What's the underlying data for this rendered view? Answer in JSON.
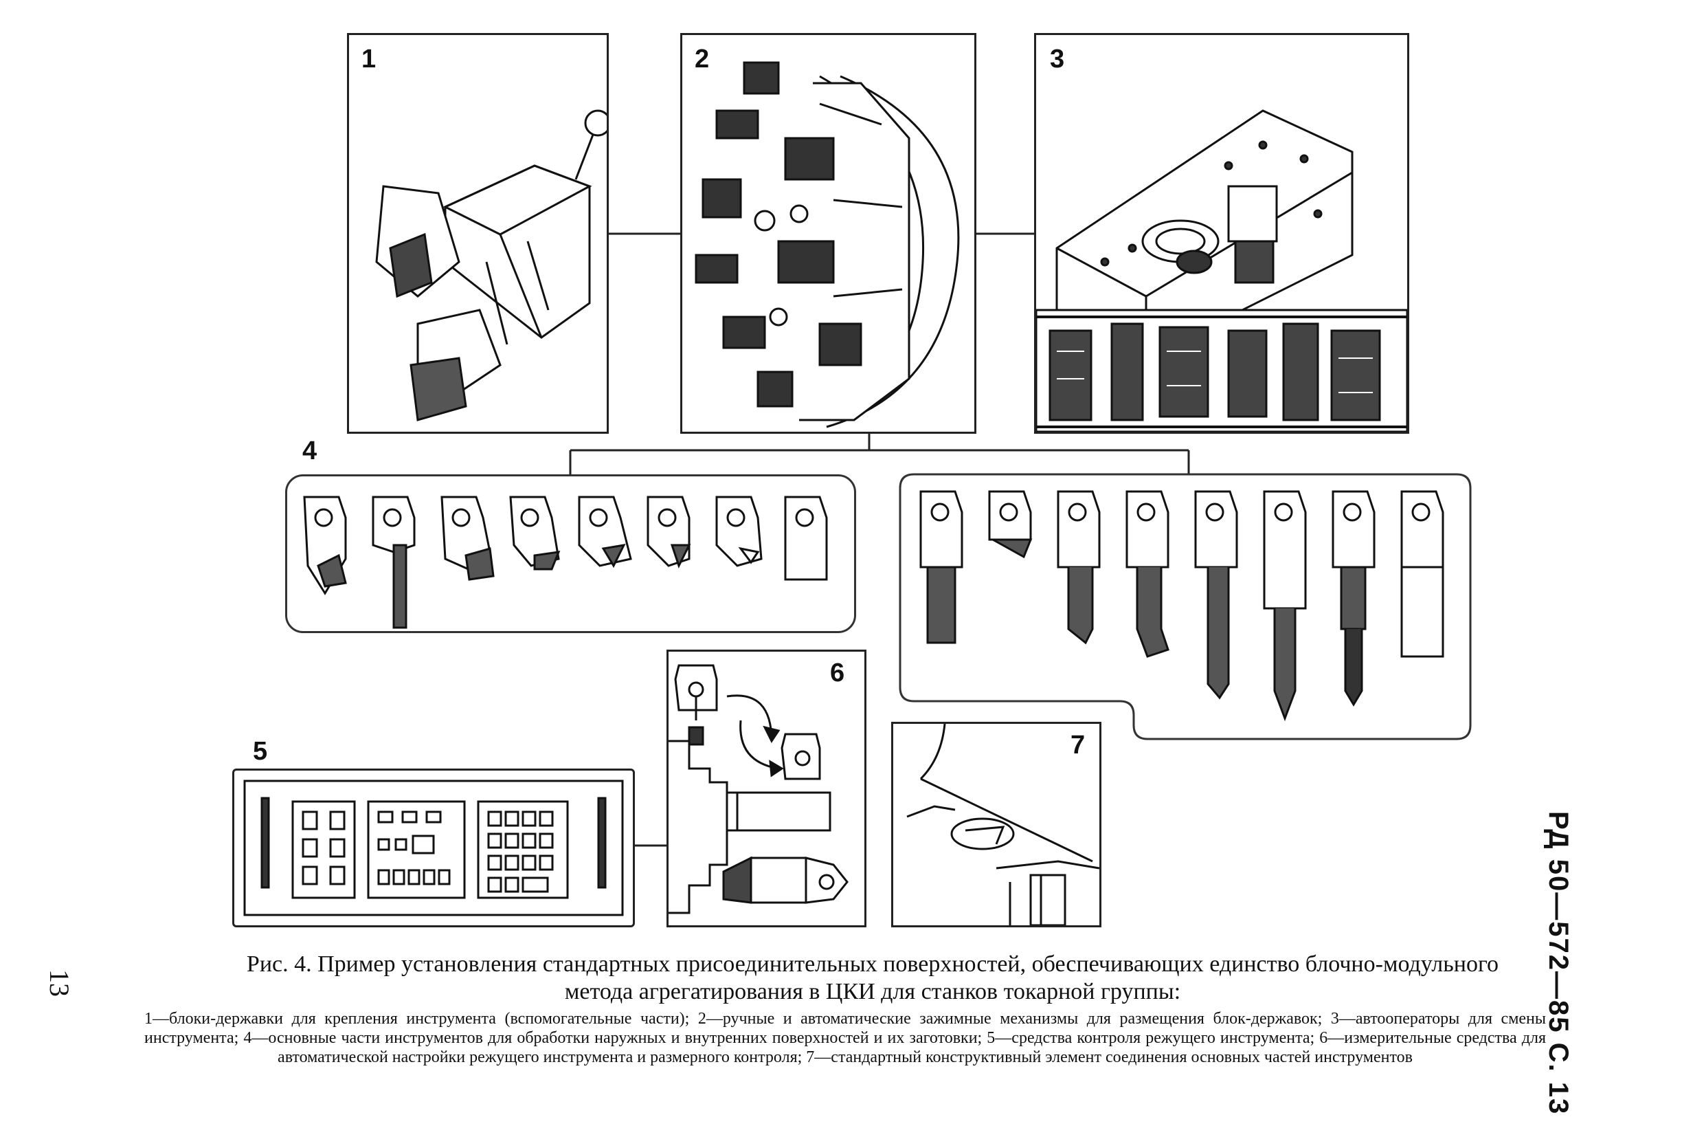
{
  "figure": {
    "panel_labels": [
      "1",
      "2",
      "3",
      "4",
      "5",
      "6",
      "7"
    ]
  },
  "caption": {
    "title": "Рис. 4. Пример установления стандартных присоединительных поверхностей, обеспечивающих единство блочно-модульного метода агрегатирования в ЦКИ для станков токарной группы:",
    "legend": "1—блоки-державки для крепления инструмента (вспомогательные части); 2—ручные и автоматические зажимные механизмы для размещения блок-державок; 3—автооператоры для смены инструмента; 4—основные части инструментов для обработки наружных и внутренних поверхностей и их заготовки; 5—средства контроля режущего инструмента; 6—измерительные средства для автоматической настройки режущего инструмента и размерного контроля; 7—стандартный конструктивный элемент соединения основных частей инструментов"
  },
  "page": {
    "document_code": "РД 50—572—85 С. 13",
    "number": "13"
  }
}
